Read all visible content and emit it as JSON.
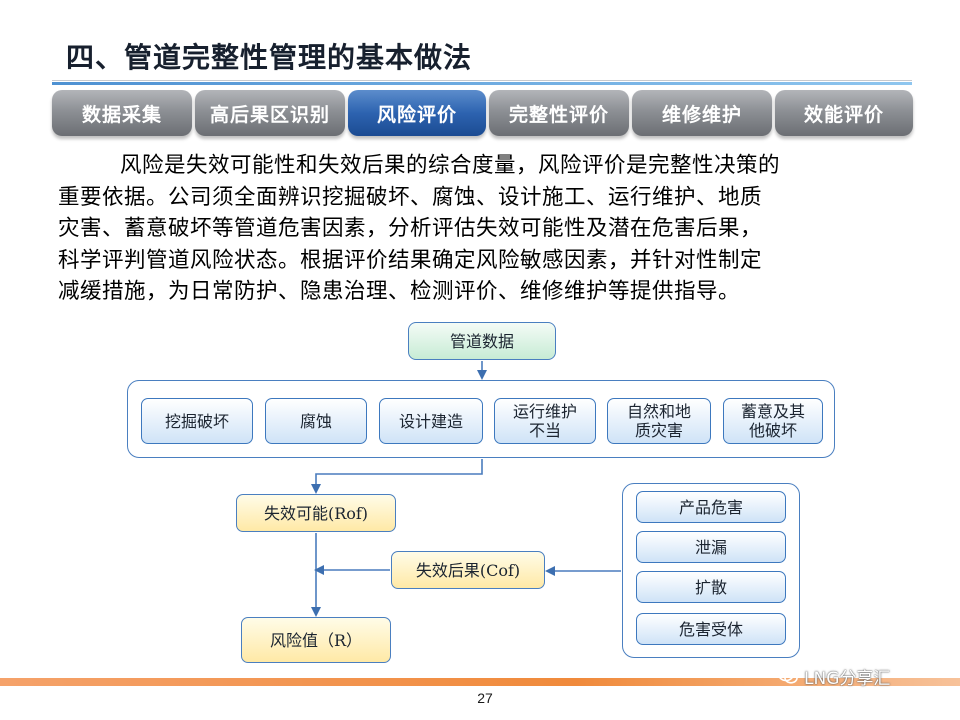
{
  "title": "四、管道完整性管理的基本做法",
  "tabs": [
    {
      "label": "数据采集",
      "active": false
    },
    {
      "label": "高后果区识别",
      "active": false
    },
    {
      "label": "风险评价",
      "active": true
    },
    {
      "label": "完整性评价",
      "active": false
    },
    {
      "label": "维修维护",
      "active": false
    },
    {
      "label": "效能评价",
      "active": false
    }
  ],
  "paragraph": {
    "lines": [
      "风险是失效可能性和失效后果的综合度量，风险评价是完整性决策的",
      "重要依据。公司须全面辨识挖掘破坏、腐蚀、设计施工、运行维护、地质",
      "灾害、蓄意破坏等管道危害因素，分析评估失效可能性及潜在危害后果，",
      "科学评判管道风险状态。根据评价结果确定风险敏感因素，并针对性制定",
      "减缓措施，为日常防护、隐患治理、检测评价、维修维护等提供指导。"
    ]
  },
  "diagram": {
    "data_node": "管道数据",
    "threats": [
      {
        "line1": "挖掘破坏",
        "line2": ""
      },
      {
        "line1": "腐蚀",
        "line2": ""
      },
      {
        "line1": "设计建造",
        "line2": ""
      },
      {
        "line1": "运行维护",
        "line2": "不当"
      },
      {
        "line1": "自然和地",
        "line2": "质灾害"
      },
      {
        "line1": "蓄意及其",
        "line2": "他破坏"
      }
    ],
    "rof_node": "失效可能(Rof)",
    "cof_node": "失效后果(Cof)",
    "risk_node": "风险值（R）",
    "consequences": [
      "产品危害",
      "泄漏",
      "扩散",
      "危害受体"
    ]
  },
  "footer": {
    "page_number": "27",
    "watermark": "LNG分享汇"
  }
}
